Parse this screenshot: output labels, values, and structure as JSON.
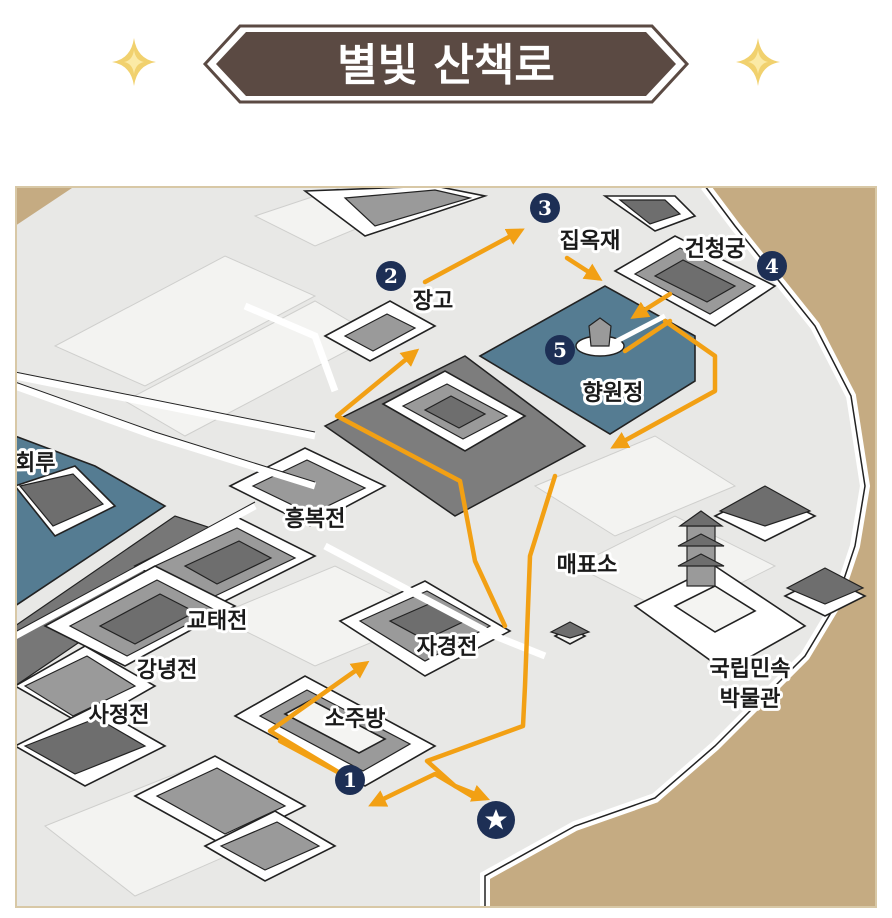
{
  "title": "별빛 산책로",
  "colors": {
    "banner_fill": "#5b4a43",
    "banner_border": "#5b4a43",
    "route": "#f2a014",
    "water": "#557c92",
    "badge": "#1d2f55",
    "ground": "#c5ab82",
    "paved": "#e7e7e5",
    "plaza_dark": "#7a7a7a",
    "sparkle": "#f1d16e"
  },
  "legend_icons": [
    "sparkle-icon-left",
    "sparkle-icon-right"
  ],
  "labels": {
    "hyanghwonjeong": "향원정",
    "jipokjae": "집옥재",
    "geoncheonggung": "건청궁",
    "janggo": "장고",
    "heungbokjeon": "흥복전",
    "maepyoso": "매표소",
    "gyotaejeon": "교태전",
    "gangnyeongjeon": "강녕전",
    "sajeongjeon": "사정전",
    "jagyeongjeon": "자경전",
    "sojubang": "소주방",
    "museum_line1": "국립민속",
    "museum_line2": "박물관",
    "gyeonghoeru_partial": "회루"
  },
  "route_points": [
    {
      "number": "1"
    },
    {
      "number": "2"
    },
    {
      "number": "3"
    },
    {
      "number": "4"
    },
    {
      "number": "5"
    }
  ],
  "start_marker": "star-icon"
}
